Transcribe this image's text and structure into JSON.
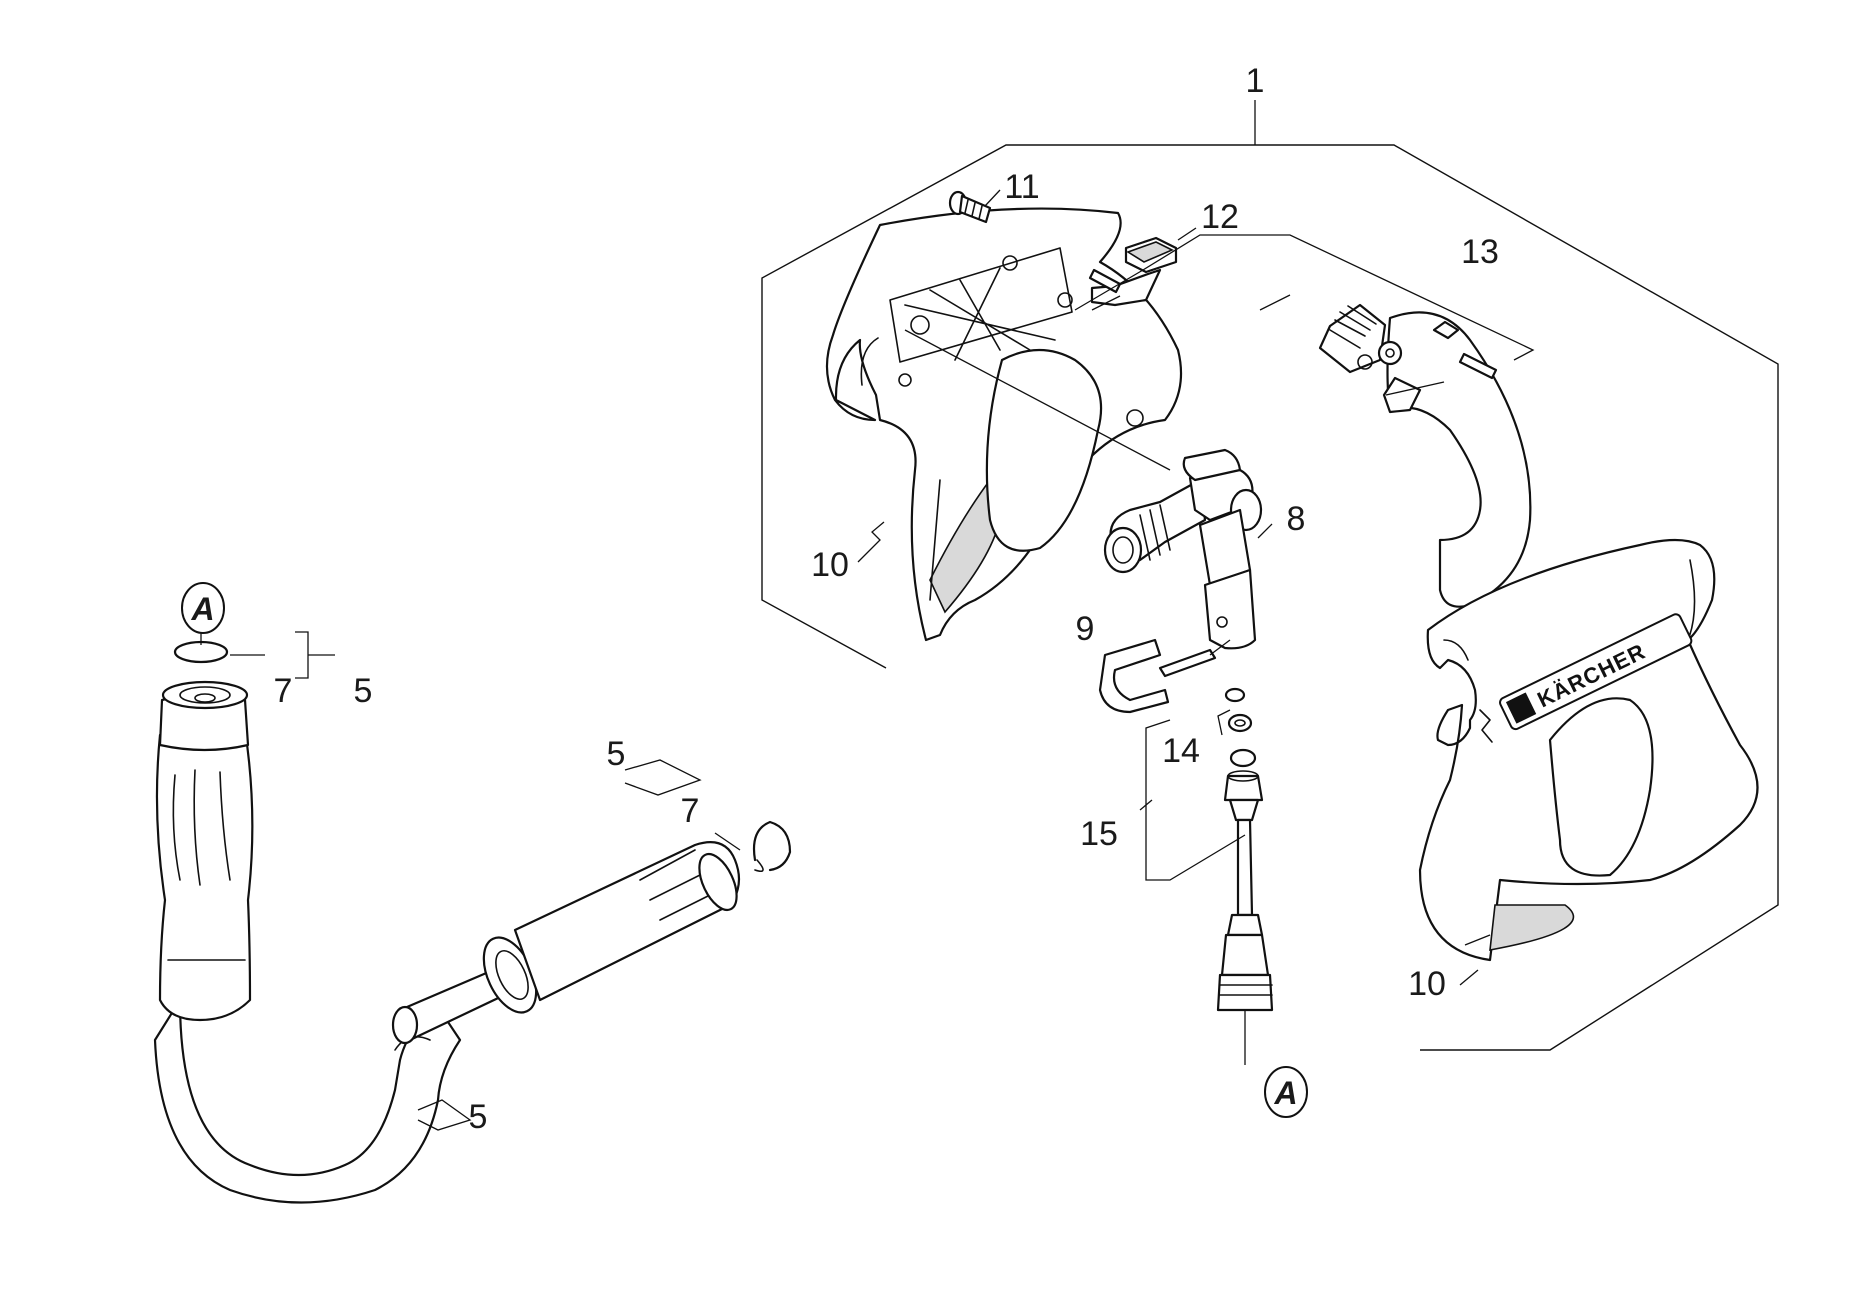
{
  "callouts": [
    {
      "id": "c1",
      "label": "1"
    },
    {
      "id": "c11",
      "label": "11"
    },
    {
      "id": "c12",
      "label": "12"
    },
    {
      "id": "c13",
      "label": "13"
    },
    {
      "id": "c8",
      "label": "8"
    },
    {
      "id": "c10a",
      "label": "10"
    },
    {
      "id": "c9",
      "label": "9"
    },
    {
      "id": "c14",
      "label": "14"
    },
    {
      "id": "c15",
      "label": "15"
    },
    {
      "id": "c10b",
      "label": "10"
    },
    {
      "id": "c7a",
      "label": "7"
    },
    {
      "id": "c5a",
      "label": "5"
    },
    {
      "id": "c5b",
      "label": "5"
    },
    {
      "id": "c7b",
      "label": "7"
    },
    {
      "id": "c5c",
      "label": "5"
    }
  ],
  "reference_markers": [
    {
      "id": "A1",
      "label": "A"
    },
    {
      "id": "A2",
      "label": "A"
    }
  ],
  "brand_text": "KÄRCHER"
}
